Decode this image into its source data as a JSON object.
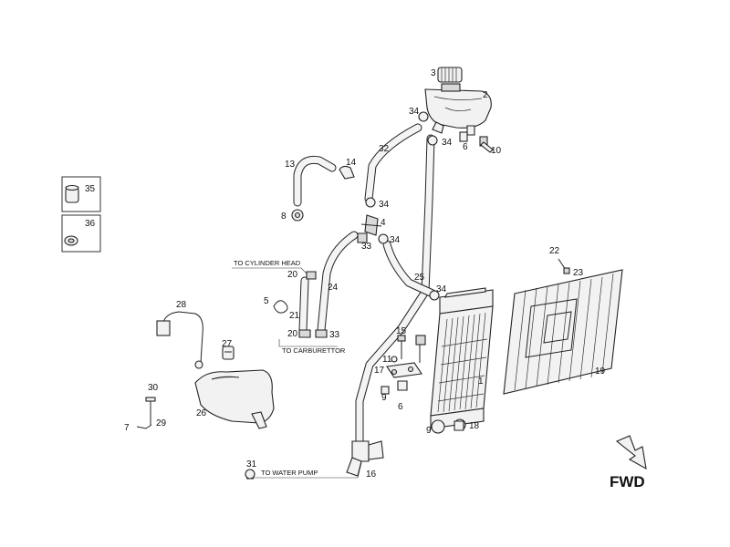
{
  "part_numbers": {
    "n1": "1",
    "n2": "2",
    "n3": "3",
    "n4": "4",
    "n5": "5",
    "n6a": "6",
    "n6b": "6",
    "n7": "7",
    "n8": "8",
    "n9a": "9",
    "n9b": "9",
    "n10": "10",
    "n11": "11",
    "n13": "13",
    "n14": "14",
    "n15": "15",
    "n16": "16",
    "n17": "17",
    "n18": "18",
    "n19": "19",
    "n20a": "20",
    "n20b": "20",
    "n21": "21",
    "n22": "22",
    "n23": "23",
    "n24": "24",
    "n25": "25",
    "n26": "26",
    "n27": "27",
    "n28": "28",
    "n29": "29",
    "n30": "30",
    "n31": "31",
    "n32": "32",
    "n33a": "33",
    "n33b": "33",
    "n34a": "34",
    "n34b": "34",
    "n34c": "34",
    "n34d": "34",
    "n34e": "34",
    "n35": "35",
    "n36": "36"
  },
  "annotations": {
    "to_cylinder_head": "TO CYLINDER HEAD",
    "to_carburettor": "TO CARBURETTOR",
    "to_water_pump": "TO WATER PUMP"
  },
  "direction_label": "FWD",
  "icons": [
    "fwd-arrow-icon",
    "sleeve-icon",
    "washer-icon"
  ]
}
